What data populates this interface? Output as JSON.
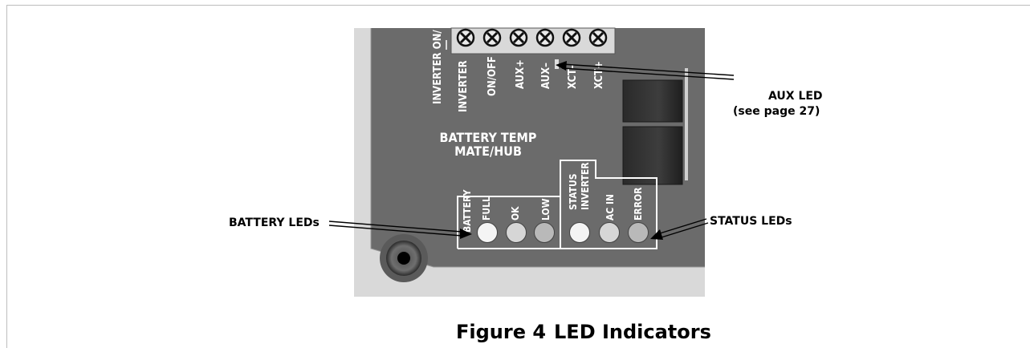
{
  "panel": {
    "terminal_labels": [
      "INVERTER",
      "ON/OFF",
      "AUX+",
      "AUX–",
      "XCT–",
      "XCT+"
    ],
    "partial_label": "INVERTER ON/",
    "port_label_line1": "BATTERY TEMP",
    "port_label_line2": "MATE/HUB",
    "battery_group_label": "BATTERY",
    "battery_led_labels": [
      "FULL",
      "OK",
      "LOW"
    ],
    "status_group_label_line1": "STATUS",
    "status_group_label_line2": "INVERTER",
    "status_led_labels": [
      "AC IN",
      "ERROR"
    ]
  },
  "callouts": {
    "aux_line1": "AUX LED",
    "aux_line2": "(see page 27)",
    "battery": "BATTERY LEDs",
    "status": "STATUS LEDs"
  },
  "caption": {
    "figure": "Figure 4",
    "title": "LED Indicators"
  },
  "colors": {
    "panel": "#6b6b6b",
    "border": "#d9d9d9",
    "led_light": "#f4f4f4",
    "led_mid": "#d6d6d6",
    "led_dark": "#b9b9b9"
  }
}
